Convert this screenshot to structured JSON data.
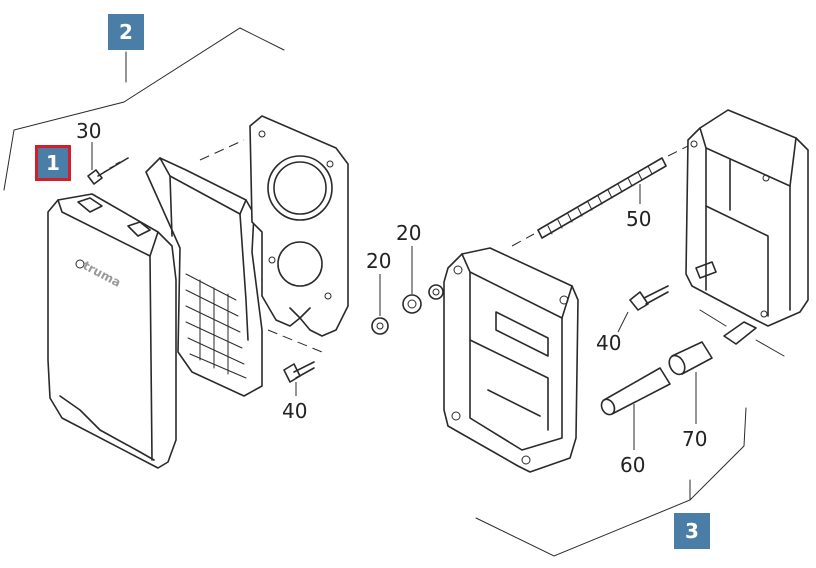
{
  "colors": {
    "badge": "#4a7ea6",
    "badge_selected_border": "#d0202a",
    "line": "#2a2a2a",
    "label": "#222222"
  },
  "badges": [
    {
      "id": "1",
      "label": "1",
      "selected": true
    },
    {
      "id": "2",
      "label": "2",
      "selected": false
    },
    {
      "id": "3",
      "label": "3",
      "selected": false
    }
  ],
  "part_labels": {
    "screw_top": "30",
    "bolt_left": "40",
    "washer_a": "20",
    "washer_b": "20",
    "threaded_rod": "50",
    "bolt_right": "40",
    "tube_long": "60",
    "tube_short": "70"
  },
  "brand_text": "truma"
}
